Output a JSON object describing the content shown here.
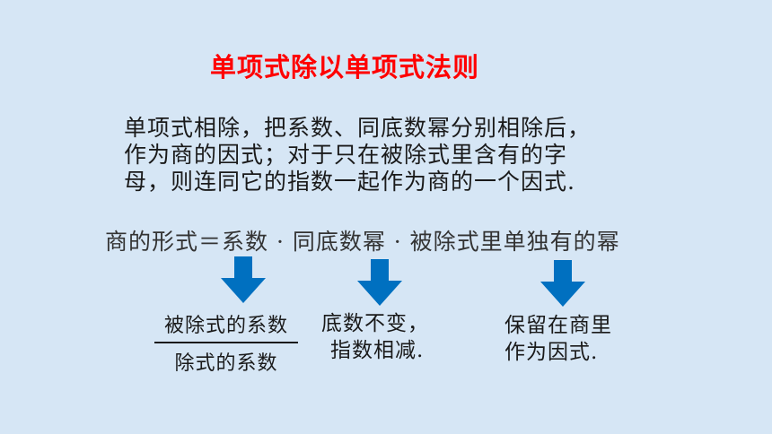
{
  "title": "单项式除以单项式法则",
  "paragraph": [
    "单项式相除，把系数、同底数幂分别相除后，",
    "作为商的因式；对于只在被除式里含有的字",
    "母，则连同它的指数一起作为商的一个因式."
  ],
  "formula": "商的形式＝系数 · 同底数幂 · 被除式里单独有的幂",
  "fraction": {
    "numerator": "被除式的系数",
    "denominator": "除式的系数"
  },
  "note_middle": [
    "底数不变，",
    "指数相减."
  ],
  "note_right": [
    "保留在商里",
    "作为因式."
  ],
  "colors": {
    "title": "#ff0000",
    "arrow": "#0070c0",
    "background": "#d6e6f5"
  },
  "icons": [
    "arrow-down-icon",
    "arrow-down-icon",
    "arrow-down-icon"
  ]
}
